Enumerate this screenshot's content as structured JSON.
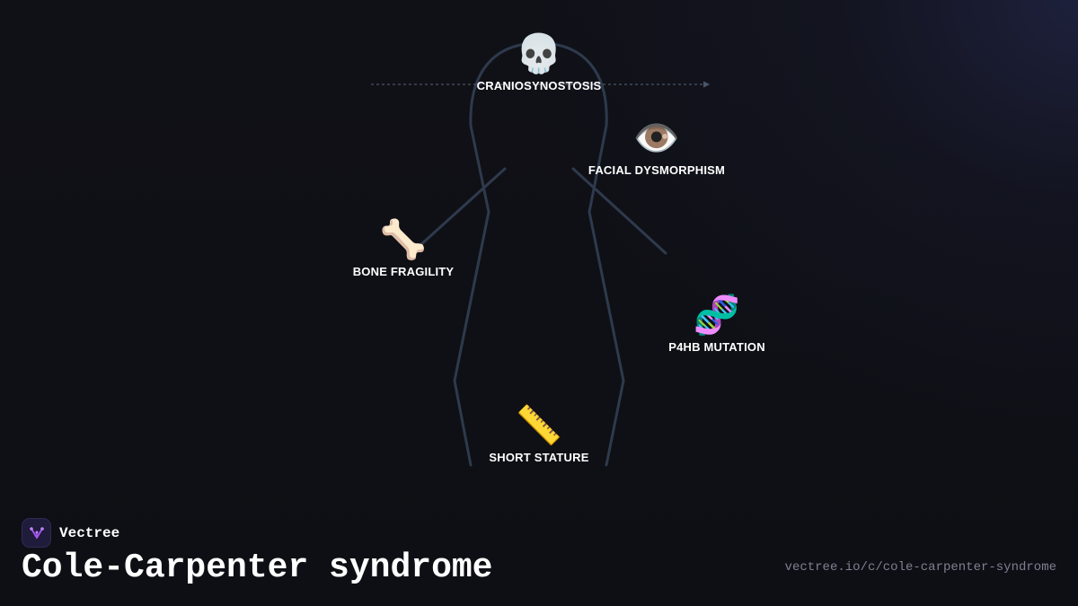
{
  "brand": {
    "name": "Vectree"
  },
  "title": "Cole-Carpenter syndrome",
  "url": "vectree.io/c/cole-carpenter-syndrome",
  "colors": {
    "background": "#0f1015",
    "body_outline": "#2e3a4d",
    "arrow_line": "#4a5566",
    "logo_accent": "#a855f7",
    "url_text": "#7d8090"
  },
  "symptoms": [
    {
      "id": "craniosynostosis",
      "emoji": "💀",
      "icon": "skull-icon",
      "label": "CRANIOSYNOSTOSIS"
    },
    {
      "id": "facial-dysmorphism",
      "emoji": "👁️",
      "icon": "eye-icon",
      "label": "FACIAL DYSMORPHISM"
    },
    {
      "id": "bone-fragility",
      "emoji": "🦴",
      "icon": "bone-icon",
      "label": "BONE FRAGILITY"
    },
    {
      "id": "p4hb-mutation",
      "emoji": "🧬",
      "icon": "dna-icon",
      "label": "P4HB MUTATION"
    },
    {
      "id": "short-stature",
      "emoji": "📏",
      "icon": "ruler-icon",
      "label": "SHORT STATURE"
    }
  ]
}
